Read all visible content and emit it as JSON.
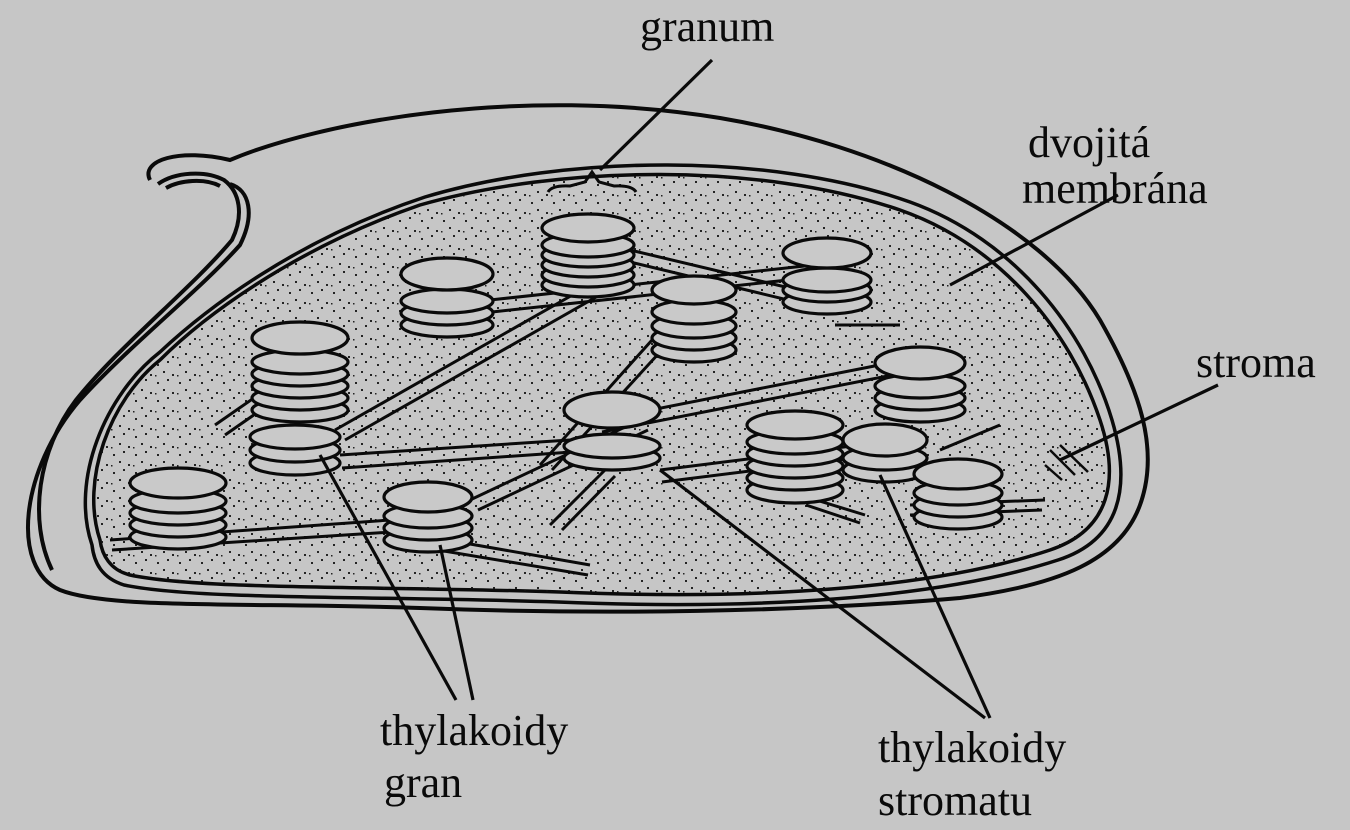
{
  "labels": {
    "granum": "granum",
    "membrane_line1": "dvojitá",
    "membrane_line2": "membrána",
    "stroma": "stroma",
    "grana_thylakoids_line1": "thylakoidy",
    "grana_thylakoids_line2": "gran",
    "stroma_thylakoids_line1": "thylakoidy",
    "stroma_thylakoids_line2": "stromatu"
  },
  "colors": {
    "background": "#c6c6c6",
    "ink": "#0a0a0a",
    "stroma_fill": "#c2c2c2",
    "disc_fill": "#c9c9c9"
  }
}
